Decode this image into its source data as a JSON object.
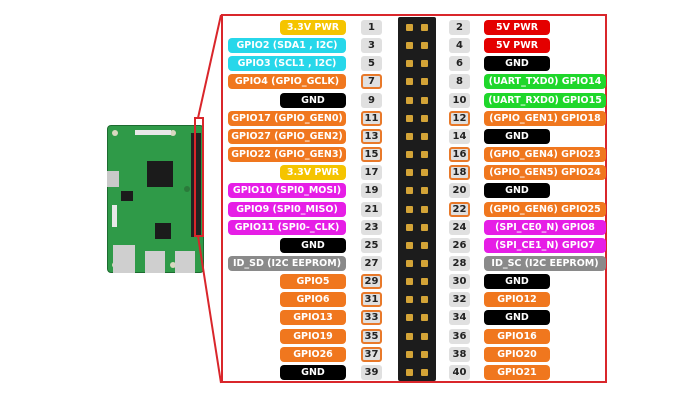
{
  "colors": {
    "power_33": "#f5c400",
    "power_5": "#e40000",
    "ground": "#000000",
    "i2c": "#27d7ea",
    "gpio": "#f0771e",
    "uart": "#1fd72b",
    "spi": "#e61ee6",
    "eeprom": "#8a8a8a",
    "frame": "#d9262b"
  },
  "pins": [
    {
      "n": "1",
      "label": "3.3V PWR",
      "kind": "power_33"
    },
    {
      "n": "2",
      "label": "5V PWR",
      "kind": "power_5"
    },
    {
      "n": "3",
      "label": "GPIO2 (SDA1 , I2C)",
      "kind": "i2c"
    },
    {
      "n": "4",
      "label": "5V PWR",
      "kind": "power_5"
    },
    {
      "n": "5",
      "label": "GPIO3 (SCL1 , I2C)",
      "kind": "i2c"
    },
    {
      "n": "6",
      "label": "GND",
      "kind": "ground"
    },
    {
      "n": "7",
      "label": "GPIO4 (GPIO_GCLK)",
      "kind": "gpio"
    },
    {
      "n": "8",
      "label": "(UART_TXD0) GPIO14",
      "kind": "uart"
    },
    {
      "n": "9",
      "label": "GND",
      "kind": "ground"
    },
    {
      "n": "10",
      "label": "(UART_RXD0) GPIO15",
      "kind": "uart"
    },
    {
      "n": "11",
      "label": "GPIO17 (GPIO_GEN0)",
      "kind": "gpio"
    },
    {
      "n": "12",
      "label": "(GPIO_GEN1) GPIO18",
      "kind": "gpio"
    },
    {
      "n": "13",
      "label": "GPIO27 (GPIO_GEN2)",
      "kind": "gpio"
    },
    {
      "n": "14",
      "label": "GND",
      "kind": "ground"
    },
    {
      "n": "15",
      "label": "GPIO22 (GPIO_GEN3)",
      "kind": "gpio"
    },
    {
      "n": "16",
      "label": "(GPIO_GEN4) GPIO23",
      "kind": "gpio"
    },
    {
      "n": "17",
      "label": "3.3V PWR",
      "kind": "power_33"
    },
    {
      "n": "18",
      "label": "(GPIO_GEN5) GPIO24",
      "kind": "gpio"
    },
    {
      "n": "19",
      "label": "GPIO10 (SPI0_MOSI)",
      "kind": "spi"
    },
    {
      "n": "20",
      "label": "GND",
      "kind": "ground"
    },
    {
      "n": "21",
      "label": "GPIO9 (SPI0_MISO)",
      "kind": "spi"
    },
    {
      "n": "22",
      "label": "(GPIO_GEN6) GPIO25",
      "kind": "gpio"
    },
    {
      "n": "23",
      "label": "GPIO11 (SPI0-_CLK)",
      "kind": "spi"
    },
    {
      "n": "24",
      "label": "(SPI_CE0_N) GPIO8",
      "kind": "spi"
    },
    {
      "n": "25",
      "label": "GND",
      "kind": "ground"
    },
    {
      "n": "26",
      "label": "(SPI_CE1_N) GPIO7",
      "kind": "spi"
    },
    {
      "n": "27",
      "label": "ID_SD (I2C EEPROM)",
      "kind": "eeprom"
    },
    {
      "n": "28",
      "label": "ID_SC (I2C EEPROM)",
      "kind": "eeprom"
    },
    {
      "n": "29",
      "label": "GPIO5",
      "kind": "gpio"
    },
    {
      "n": "30",
      "label": "GND",
      "kind": "ground"
    },
    {
      "n": "31",
      "label": "GPIO6",
      "kind": "gpio"
    },
    {
      "n": "32",
      "label": "GPIO12",
      "kind": "gpio"
    },
    {
      "n": "33",
      "label": "GPIO13",
      "kind": "gpio"
    },
    {
      "n": "34",
      "label": "GND",
      "kind": "ground"
    },
    {
      "n": "35",
      "label": "GPIO19",
      "kind": "gpio"
    },
    {
      "n": "36",
      "label": "GPIO16",
      "kind": "gpio"
    },
    {
      "n": "37",
      "label": "GPIO26",
      "kind": "gpio"
    },
    {
      "n": "38",
      "label": "GPIO20",
      "kind": "gpio"
    },
    {
      "n": "39",
      "label": "GND",
      "kind": "ground"
    },
    {
      "n": "40",
      "label": "GPIO21",
      "kind": "gpio"
    }
  ]
}
